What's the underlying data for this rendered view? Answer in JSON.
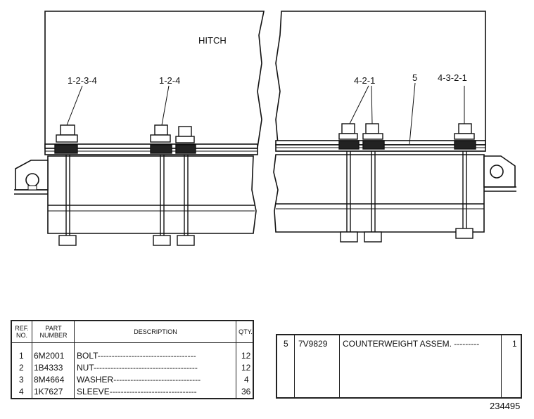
{
  "drawing": {
    "title_label": "HITCH",
    "callouts": [
      "1-2-3-4",
      "1-2-4",
      "4-2-1",
      "5",
      "4-3-2-1"
    ],
    "figure_number": "234495"
  },
  "parts_table": {
    "headers": {
      "ref": "REF. NO.",
      "part": "PART NUMBER",
      "description": "DESCRIPTION",
      "qty": "QTY."
    },
    "rows": [
      {
        "ref": "1",
        "part": "6M2001",
        "description": "BOLT-----------------------------------",
        "qty": "12"
      },
      {
        "ref": "2",
        "part": "1B4333",
        "description": "NUT-------------------------------------",
        "qty": "12"
      },
      {
        "ref": "3",
        "part": "8M4664",
        "description": "WASHER-------------------------------",
        "qty": "4"
      },
      {
        "ref": "4",
        "part": "1K7627",
        "description": "SLEEVE-------------------------------",
        "qty": "36"
      }
    ]
  },
  "assembly_table": {
    "row": {
      "ref": "5",
      "part": "7V9829",
      "description": "COUNTERWEIGHT ASSEM. ---------",
      "qty": "1"
    }
  }
}
